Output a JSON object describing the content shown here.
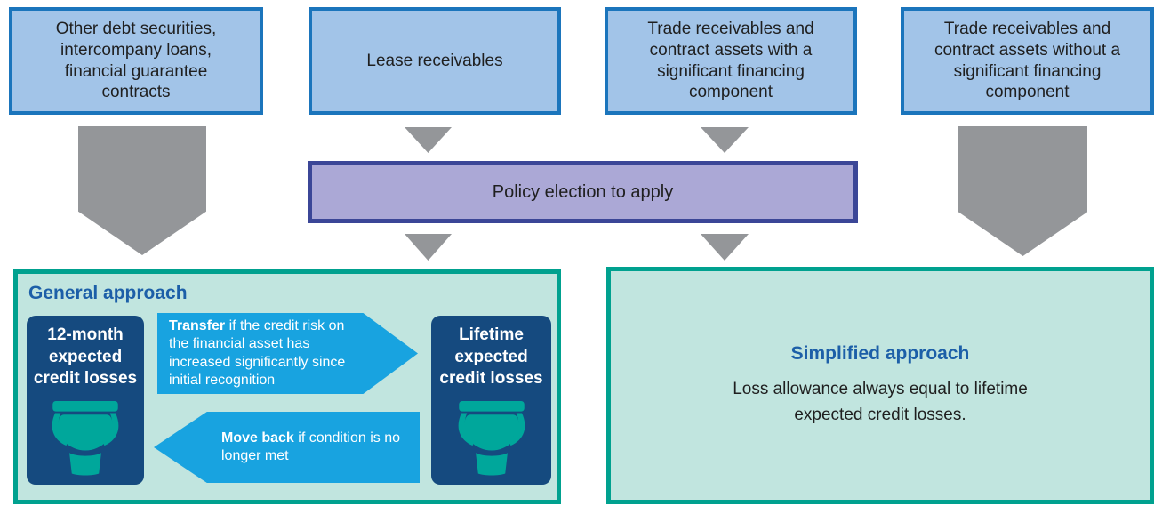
{
  "top_boxes": [
    {
      "label": "Other debt securities, intercompany loans, financial guarantee contracts"
    },
    {
      "label": "Lease receivables"
    },
    {
      "label": "Trade receivables and contract assets with a significant financing component"
    },
    {
      "label": "Trade receivables and contract assets without a significant financing component"
    }
  ],
  "policy_bar": {
    "label": "Policy election to apply"
  },
  "general": {
    "title": "General approach",
    "stage_12m": "12-month expected credit losses",
    "stage_lifetime": "Lifetime expected credit losses",
    "transfer": {
      "bold": "Transfer",
      "rest": " if the credit risk on the financial asset has increased significantly since initial recognition"
    },
    "move_back": {
      "bold": "Move back",
      "rest": " if condition is no longer met"
    }
  },
  "simplified": {
    "title": "Simplified approach",
    "body": "Loss allowance always equal to lifetime expected credit losses."
  },
  "icons": {
    "bucket": "bucket-icon",
    "down_arrow": "down-arrow-icon",
    "right_arrow": "right-arrow-icon",
    "left_arrow": "left-arrow-icon"
  },
  "colors": {
    "top_box_fill": "#a2c4e8",
    "top_box_border": "#1b75bc",
    "policy_fill": "#aba8d6",
    "policy_border": "#3b4697",
    "panel_fill": "#c1e5df",
    "panel_border": "#00a18f",
    "stage_fill": "#154a7f",
    "arrow_blue": "#18a3e0",
    "arrow_gray": "#949699",
    "heading_blue": "#1c5fa8",
    "bucket_teal": "#00a79b",
    "text_dark": "#1f1f1f",
    "text_white": "#ffffff"
  }
}
